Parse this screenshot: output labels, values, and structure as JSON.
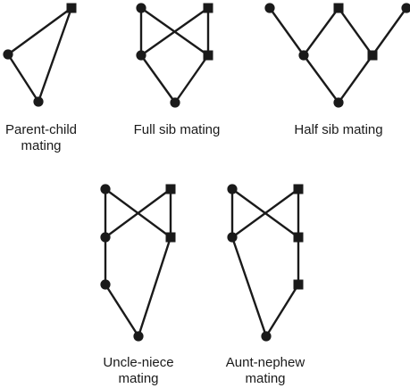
{
  "pedigrees": [
    {
      "id": "parent-child",
      "caption_lines": [
        "Parent-child",
        "mating"
      ],
      "nodes": [
        {
          "shape": "square"
        },
        {
          "shape": "circle"
        },
        {
          "shape": "circle"
        }
      ],
      "edges": [
        [
          0,
          1
        ],
        [
          0,
          2
        ],
        [
          1,
          2
        ]
      ]
    },
    {
      "id": "full-sib",
      "caption_lines": [
        "Full sib mating"
      ],
      "nodes": [
        {
          "shape": "circle"
        },
        {
          "shape": "square"
        },
        {
          "shape": "circle"
        },
        {
          "shape": "square"
        },
        {
          "shape": "circle"
        }
      ],
      "edges": [
        [
          0,
          2
        ],
        [
          0,
          3
        ],
        [
          1,
          2
        ],
        [
          1,
          3
        ],
        [
          2,
          4
        ],
        [
          3,
          4
        ]
      ]
    },
    {
      "id": "half-sib",
      "caption_lines": [
        "Half sib mating"
      ],
      "nodes": [
        {
          "shape": "circle"
        },
        {
          "shape": "square"
        },
        {
          "shape": "circle"
        },
        {
          "shape": "circle"
        },
        {
          "shape": "square"
        },
        {
          "shape": "circle"
        }
      ],
      "edges": [
        [
          0,
          3
        ],
        [
          1,
          3
        ],
        [
          1,
          4
        ],
        [
          2,
          4
        ],
        [
          3,
          5
        ],
        [
          4,
          5
        ]
      ]
    },
    {
      "id": "uncle-niece",
      "caption_lines": [
        "Uncle-niece",
        "mating"
      ],
      "nodes": [
        {
          "shape": "circle"
        },
        {
          "shape": "square"
        },
        {
          "shape": "circle"
        },
        {
          "shape": "square"
        },
        {
          "shape": "circle"
        },
        {
          "shape": "circle"
        }
      ],
      "edges": [
        [
          0,
          2
        ],
        [
          0,
          3
        ],
        [
          1,
          2
        ],
        [
          1,
          3
        ],
        [
          2,
          4
        ],
        [
          4,
          5
        ],
        [
          3,
          5
        ]
      ]
    },
    {
      "id": "aunt-nephew",
      "caption_lines": [
        "Aunt-nephew",
        "mating"
      ],
      "nodes": [
        {
          "shape": "circle"
        },
        {
          "shape": "square"
        },
        {
          "shape": "circle"
        },
        {
          "shape": "square"
        },
        {
          "shape": "square"
        },
        {
          "shape": "circle"
        }
      ],
      "edges": [
        [
          0,
          2
        ],
        [
          0,
          3
        ],
        [
          1,
          2
        ],
        [
          1,
          3
        ],
        [
          3,
          4
        ],
        [
          4,
          5
        ],
        [
          2,
          5
        ]
      ]
    }
  ]
}
